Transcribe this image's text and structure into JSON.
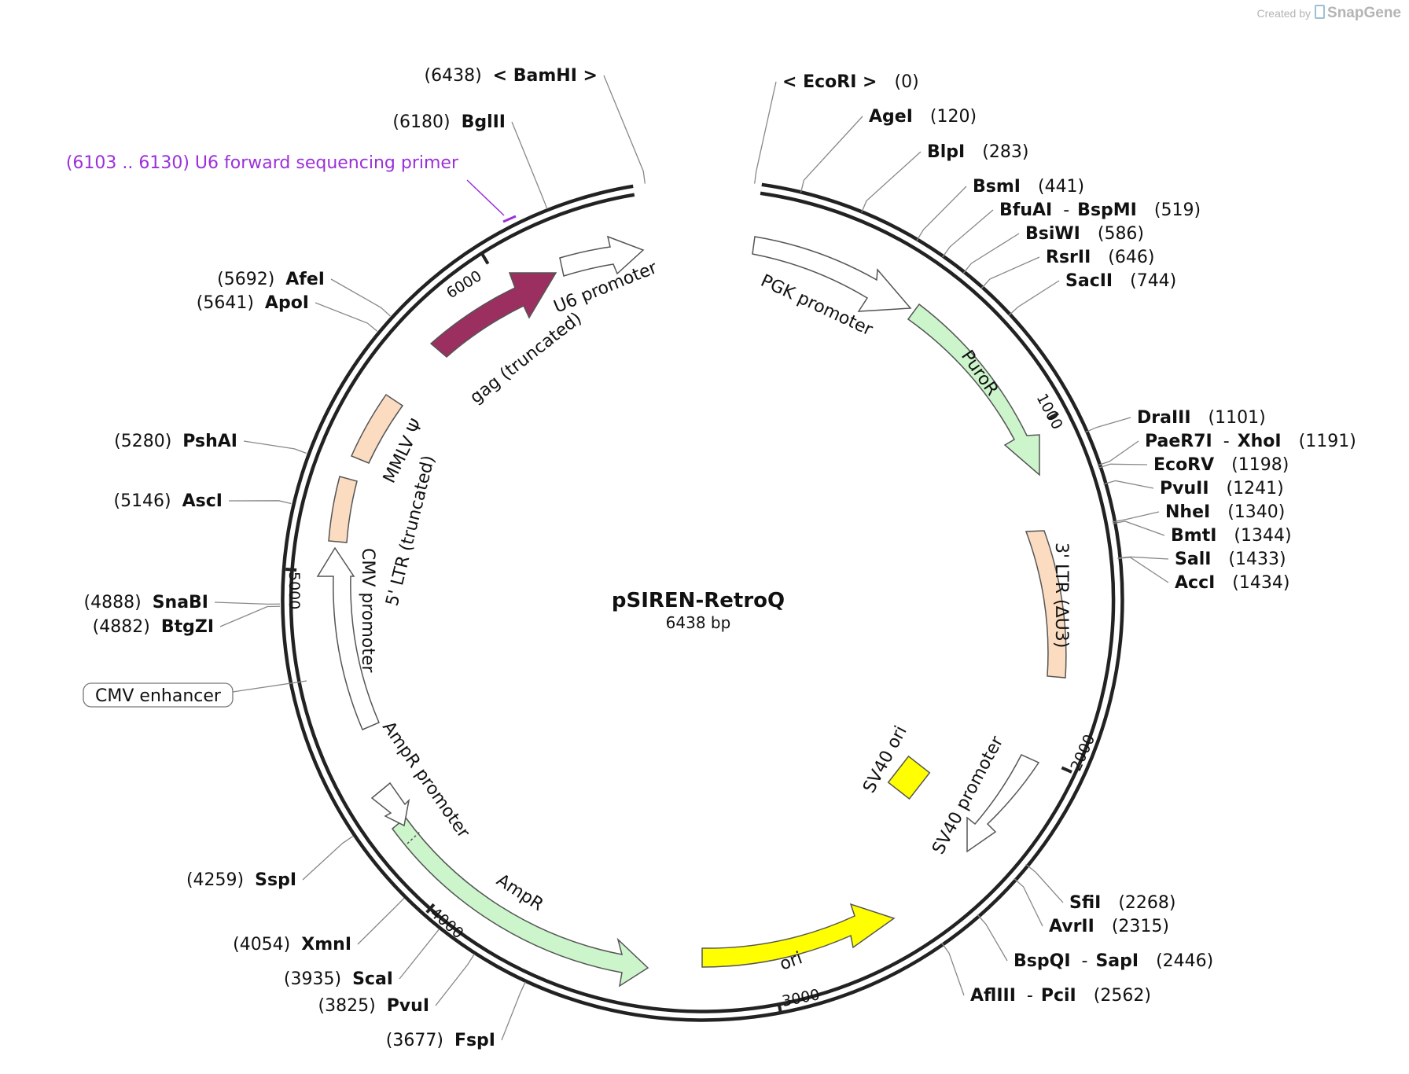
{
  "watermark": {
    "created_by": "Created by",
    "brand": "SnapGene",
    "icon": "snapgene-logo-icon"
  },
  "map": {
    "name": "pSIREN-RetroQ",
    "length_label": "6438 bp",
    "total_bp": 6438,
    "scale": {
      "center": [
        890,
        763
      ],
      "radius_px": 540,
      "bp": 6438,
      "gap_bp": 150
    },
    "ticks": [
      {
        "bp": 1000,
        "label": "1000"
      },
      {
        "bp": 2000,
        "label": "2000"
      },
      {
        "bp": 3000,
        "label": "3000"
      },
      {
        "bp": 4000,
        "label": "4000"
      },
      {
        "bp": 5000,
        "label": "5000"
      },
      {
        "bp": 6000,
        "label": "6000"
      }
    ],
    "sites": [
      {
        "site_bp": 0,
        "name": "< EcoRI >",
        "pos": "(0)",
        "side": "right",
        "row": 0
      },
      {
        "site_bp": 120,
        "name": "AgeI",
        "pos": "(120)",
        "side": "right",
        "row": 1
      },
      {
        "site_bp": 283,
        "name": "BlpI",
        "pos": "(283)",
        "side": "right",
        "row": 2
      },
      {
        "site_bp": 441,
        "name": "BsmI",
        "pos": "(441)",
        "side": "right",
        "row": 3
      },
      {
        "site_bp": 519,
        "name": "BfuAI",
        "name2": "BspMI",
        "pos": "(519)",
        "side": "right",
        "row": 4
      },
      {
        "site_bp": 586,
        "name": "BsiWI",
        "pos": "(586)",
        "side": "right",
        "row": 5
      },
      {
        "site_bp": 646,
        "name": "RsrII",
        "pos": "(646)",
        "side": "right",
        "row": 6
      },
      {
        "site_bp": 744,
        "name": "SacII",
        "pos": "(744)",
        "side": "right",
        "row": 7
      },
      {
        "site_bp": 1101,
        "name": "DraIII",
        "pos": "(1101)",
        "side": "right",
        "row": 8
      },
      {
        "site_bp": 1191,
        "name": "PaeR7I",
        "name2": "XhoI",
        "pos": "(1191)",
        "side": "right",
        "row": 9
      },
      {
        "site_bp": 1198,
        "name": "EcoRV",
        "pos": "(1198)",
        "side": "right",
        "row": 10
      },
      {
        "site_bp": 1241,
        "name": "PvuII",
        "pos": "(1241)",
        "side": "right",
        "row": 11
      },
      {
        "site_bp": 1340,
        "name": "NheI",
        "pos": "(1340)",
        "side": "right",
        "row": 12
      },
      {
        "site_bp": 1344,
        "name": "BmtI",
        "pos": "(1344)",
        "side": "right",
        "row": 13
      },
      {
        "site_bp": 1433,
        "name": "SalI",
        "pos": "(1433)",
        "side": "right",
        "row": 14
      },
      {
        "site_bp": 1434,
        "name": "AccI",
        "pos": "(1434)",
        "side": "right",
        "row": 15
      },
      {
        "site_bp": 2268,
        "name": "SfiI",
        "pos": "(2268)",
        "side": "right",
        "row": 16
      },
      {
        "site_bp": 2315,
        "name": "AvrII",
        "pos": "(2315)",
        "side": "right",
        "row": 17
      },
      {
        "site_bp": 2446,
        "name": "BspQI",
        "name2": "SapI",
        "pos": "(2446)",
        "side": "right",
        "row": 18
      },
      {
        "site_bp": 2562,
        "name": "AflIII",
        "name2": "PciI",
        "pos": "(2562)",
        "side": "right",
        "row": 19
      },
      {
        "site_bp": 3677,
        "name": "FspI",
        "pos": "(3677)",
        "side": "left",
        "row": 20
      },
      {
        "site_bp": 3825,
        "name": "PvuI",
        "pos": "(3825)",
        "side": "left",
        "row": 21
      },
      {
        "site_bp": 3935,
        "name": "ScaI",
        "pos": "(3935)",
        "side": "left",
        "row": 22
      },
      {
        "site_bp": 4054,
        "name": "XmnI",
        "pos": "(4054)",
        "side": "left",
        "row": 23
      },
      {
        "site_bp": 4259,
        "name": "SspI",
        "pos": "(4259)",
        "side": "left",
        "row": 24
      },
      {
        "site_bp": 4882,
        "name": "BtgZI",
        "pos": "(4882)",
        "side": "left",
        "row": 25
      },
      {
        "site_bp": 4888,
        "name": "SnaBI",
        "pos": "(4888)",
        "side": "left",
        "row": 26
      },
      {
        "site_bp": 5146,
        "name": "AscI",
        "pos": "(5146)",
        "side": "left",
        "row": 27
      },
      {
        "site_bp": 5280,
        "name": "PshAI",
        "pos": "(5280)",
        "side": "left",
        "row": 28
      },
      {
        "site_bp": 5641,
        "name": "ApoI",
        "pos": "(5641)",
        "side": "left",
        "row": 29
      },
      {
        "site_bp": 5692,
        "name": "AfeI",
        "pos": "(5692)",
        "side": "left",
        "row": 30
      },
      {
        "site_bp": 6180,
        "name": "BglII",
        "pos": "(6180)",
        "side": "left",
        "row": 31
      },
      {
        "site_bp": 6438,
        "name": "< BamHI >",
        "pos": "(6438)",
        "side": "left",
        "row": 32
      }
    ],
    "primer": {
      "label": "(6103 .. 6130)  U6 forward sequencing primer",
      "color": "#9b30d9"
    },
    "features": [
      {
        "name": "PGK promoter",
        "fill": "#ffffff",
        "kind": "arrow"
      },
      {
        "name": "PuroR",
        "fill": "#ccf5cc",
        "kind": "arrow"
      },
      {
        "name": "3' LTR (ΔU3)",
        "fill": "#fbdcc1",
        "kind": "box"
      },
      {
        "name": "SV40 promoter",
        "fill": "#ffffff",
        "kind": "arrow"
      },
      {
        "name": "SV40 ori",
        "fill": "#ffff00",
        "kind": "box"
      },
      {
        "name": "ori",
        "fill": "#ffff00",
        "kind": "arrow"
      },
      {
        "name": "AmpR",
        "fill": "#ccf5cc",
        "kind": "arrow"
      },
      {
        "name": "AmpR promoter",
        "fill": "#ffffff",
        "kind": "arrow"
      },
      {
        "name": "CMV promoter",
        "fill": "#ffffff",
        "kind": "arrow"
      },
      {
        "name": "CMV enhancer",
        "fill": "#ffffff",
        "kind": "boxed-label"
      },
      {
        "name": "5' LTR (truncated)",
        "fill": "#fbdcc1",
        "kind": "box"
      },
      {
        "name": "MMLV Ψ",
        "fill": "#fbdcc1",
        "kind": "box"
      },
      {
        "name": "gag (truncated)",
        "fill": "#9b3060",
        "kind": "arrow"
      },
      {
        "name": "U6 promoter",
        "fill": "#ffffff",
        "kind": "arrow"
      }
    ]
  }
}
